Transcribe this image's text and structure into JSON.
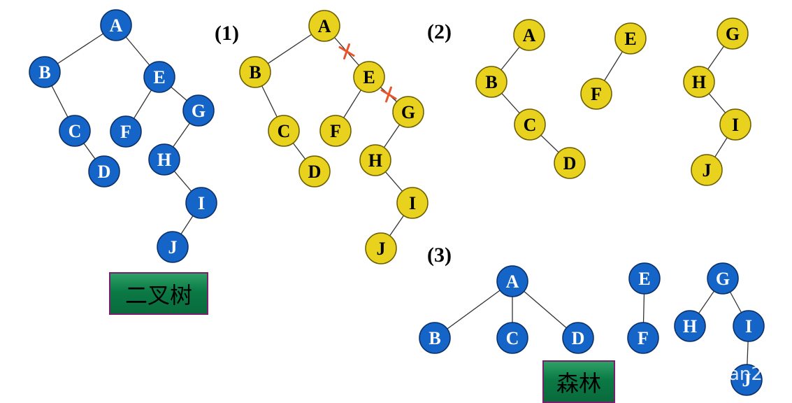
{
  "colors": {
    "blue_fill": "#1565c8",
    "blue_stroke": "#0a2e66",
    "yellow_fill": "#e8d21e",
    "yellow_stroke": "#6b5c00",
    "edge": "#333333",
    "cut_mark": "#e8552a",
    "caption_green": "#0b7a45"
  },
  "steps": [
    "(1)",
    "(2)",
    "(3)"
  ],
  "captions": {
    "binary_tree": "二叉树",
    "forest": "森林"
  },
  "watermark": "an2",
  "graphs": [
    {
      "id": "binary",
      "color": "blue",
      "nodes": [
        "A",
        "B",
        "E",
        "C",
        "F",
        "G",
        "D",
        "H",
        "I",
        "J"
      ],
      "edges": [
        [
          "A",
          "B"
        ],
        [
          "A",
          "E"
        ],
        [
          "B",
          "C"
        ],
        [
          "C",
          "D"
        ],
        [
          "E",
          "F"
        ],
        [
          "E",
          "G"
        ],
        [
          "G",
          "H"
        ],
        [
          "H",
          "I"
        ],
        [
          "I",
          "J"
        ]
      ],
      "cuts": []
    },
    {
      "id": "step1",
      "color": "yellow",
      "nodes": [
        "A",
        "B",
        "E",
        "C",
        "F",
        "G",
        "D",
        "H",
        "I",
        "J"
      ],
      "edges": [
        [
          "A",
          "B"
        ],
        [
          "A",
          "E"
        ],
        [
          "B",
          "C"
        ],
        [
          "C",
          "D"
        ],
        [
          "E",
          "F"
        ],
        [
          "E",
          "G"
        ],
        [
          "G",
          "H"
        ],
        [
          "H",
          "I"
        ],
        [
          "I",
          "J"
        ]
      ],
      "cuts": [
        [
          "A",
          "E"
        ],
        [
          "E",
          "G"
        ]
      ]
    },
    {
      "id": "step2",
      "color": "yellow",
      "nodes": [
        "A",
        "B",
        "C",
        "D",
        "E",
        "F",
        "G",
        "H",
        "I",
        "J"
      ],
      "edges": [
        [
          "A",
          "B"
        ],
        [
          "B",
          "C"
        ],
        [
          "C",
          "D"
        ],
        [
          "E",
          "F"
        ],
        [
          "G",
          "H"
        ],
        [
          "H",
          "I"
        ],
        [
          "I",
          "J"
        ]
      ],
      "cuts": []
    },
    {
      "id": "forest",
      "color": "blue",
      "nodes": [
        "A",
        "B",
        "C",
        "D",
        "E",
        "F",
        "G",
        "H",
        "I",
        "J"
      ],
      "edges": [
        [
          "A",
          "B"
        ],
        [
          "A",
          "C"
        ],
        [
          "A",
          "D"
        ],
        [
          "E",
          "F"
        ],
        [
          "G",
          "H"
        ],
        [
          "G",
          "I"
        ],
        [
          "I",
          "J"
        ]
      ],
      "cuts": []
    }
  ]
}
